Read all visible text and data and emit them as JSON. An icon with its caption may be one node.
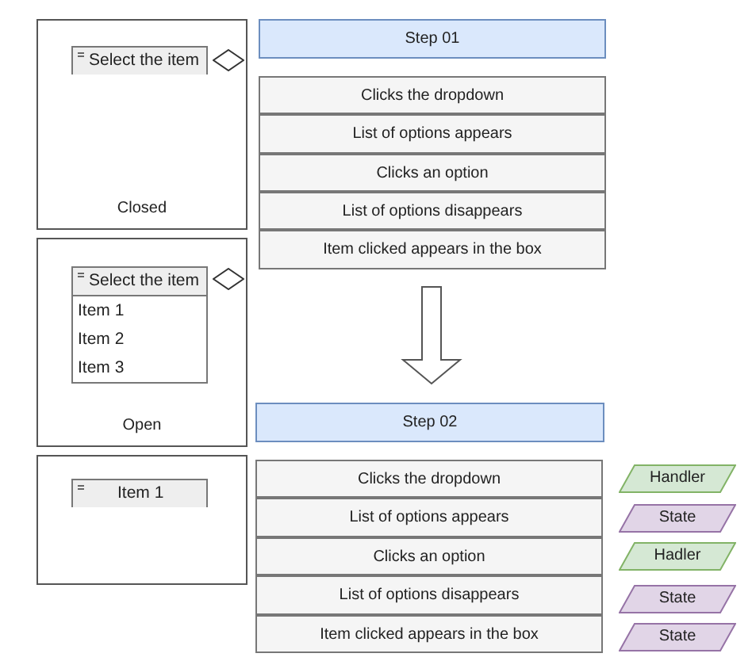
{
  "diagram": {
    "nodes": [
      {
        "text": [
          "Closed"
        ]
      },
      {
        "text": [
          "Select the item"
        ],
        "in": 0
      },
      {
        "text": [],
        "shape": "diamond",
        "in": 0
      },
      {
        "text": [
          "Open"
        ]
      },
      {
        "text": [
          "Select the item",
          "Item 1",
          "Item 2",
          "Item 3"
        ],
        "in": 3
      },
      {
        "text": [],
        "shape": "diamond",
        "in": 3
      },
      {
        "text": [],
        "shape": "box"
      },
      {
        "text": [
          "Item 1"
        ],
        "in": 6
      },
      {
        "text": [
          "Step 01"
        ]
      },
      {
        "text": [
          "Clicks the dropdown"
        ]
      },
      {
        "text": [
          "List of options appears"
        ]
      },
      {
        "text": [
          "Clicks an option"
        ]
      },
      {
        "text": [
          "List of options disappears"
        ]
      },
      {
        "text": [
          "Item clicked appears in the box"
        ]
      },
      {
        "text": [
          "Step 02"
        ]
      },
      {
        "text": [
          "Clicks the dropdown"
        ]
      },
      {
        "text": [
          "List of options appears"
        ]
      },
      {
        "text": [
          "Clicks an option"
        ]
      },
      {
        "text": [
          "List of options disappears"
        ]
      },
      {
        "text": [
          "Item clicked appears in the box"
        ]
      },
      {
        "text": [
          "Handler"
        ]
      },
      {
        "text": [
          "State"
        ]
      },
      {
        "text": [
          "Hadler"
        ]
      },
      {
        "text": [
          "State"
        ]
      },
      {
        "text": [
          "State"
        ]
      }
    ],
    "edges": [
      {
        "from": 13,
        "to": 14,
        "arrow": "to"
      }
    ]
  }
}
